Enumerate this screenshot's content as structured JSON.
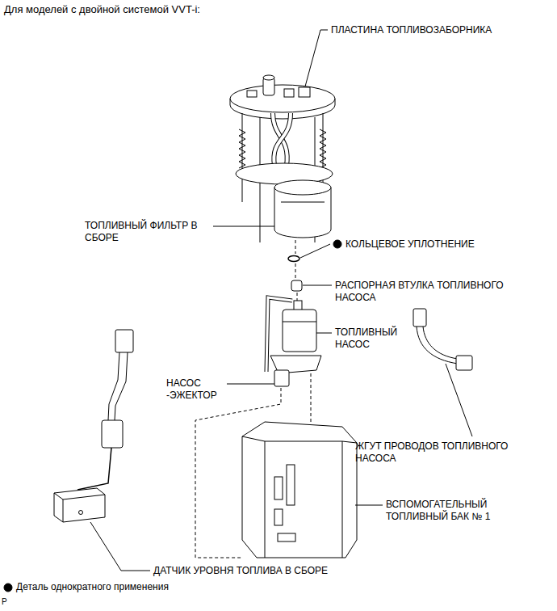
{
  "diagram": {
    "title": "Для моделей с двойной системой VVT-i:",
    "labels": [
      "ПЛАСТИНА ТОПЛИВОЗАБОРНИКА",
      "ТОПЛИВНЫЙ ФИЛЬТР В СБОРЕ",
      "КОЛЬЦЕВОЕ УПЛОТНЕНИЕ",
      "РАСПОРНАЯ ВТУЛКА ТОПЛИВНОГО НАСОСА",
      "ТОПЛИВНЫЙ НАСОС",
      "НАСОС -ЭЖЕКТОР",
      "ЖГУТ ПРОВОДОВ ТОПЛИВНОГО НАСОСА",
      "ВСПОМОГАТЕЛЬНЫЙ ТОПЛИВНЫЙ БАК № 1",
      "ДАТЧИК УРОВНЯ ТОПЛИВА В СБОРЕ",
      "P"
    ],
    "legend": [
      {
        "text": "Деталь однократного применения"
      }
    ]
  }
}
